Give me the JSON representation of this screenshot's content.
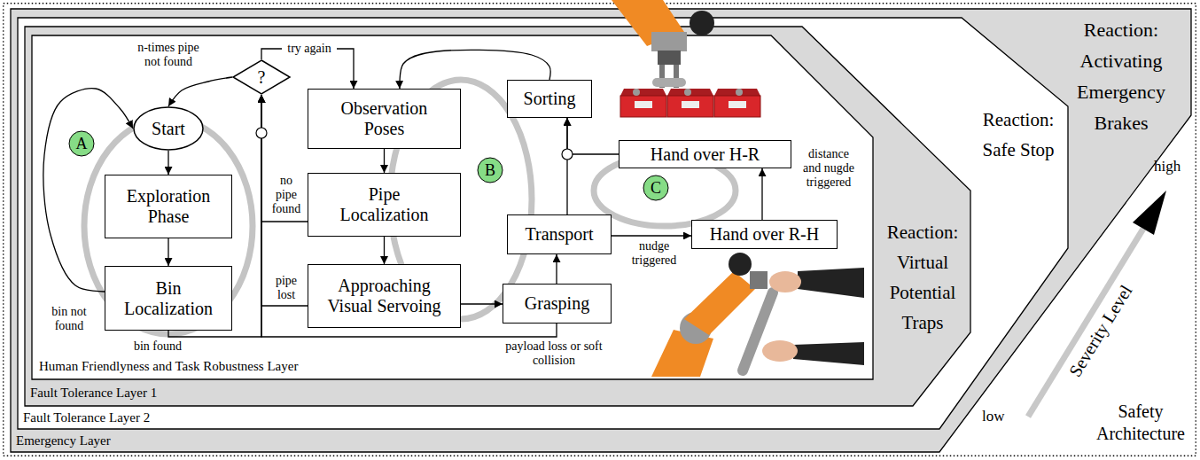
{
  "diagram": {
    "nodes": [
      {
        "text": [
          "Safety Architecture"
        ]
      },
      {
        "text": [
          "Emergency Layer",
          "Reaction: Activating Emergency Brakes"
        ],
        "in": 0
      },
      {
        "text": [
          "Fault Tolerance Layer 2",
          "Reaction: Safe Stop"
        ],
        "in": 1
      },
      {
        "text": [
          "Fault Tolerance Layer 1",
          "Reaction: Virtual Potential Traps"
        ],
        "in": 2
      },
      {
        "text": [
          "Human Friendlyness and Task Robustness Layer"
        ],
        "in": 3
      },
      {
        "text": [
          "Start"
        ],
        "in": 4
      },
      {
        "text": [
          "Exploration Phase"
        ],
        "in": 4
      },
      {
        "text": [
          "Bin Localization"
        ],
        "in": 4
      },
      {
        "text": [
          "?"
        ],
        "in": 4
      },
      {
        "text": [
          "Observation Poses"
        ],
        "in": 4
      },
      {
        "text": [
          "Pipe Localization"
        ],
        "in": 4
      },
      {
        "text": [
          "Approaching Visual Servoing"
        ],
        "in": 4
      },
      {
        "text": [
          "Grasping"
        ],
        "in": 4
      },
      {
        "text": [
          "Transport"
        ],
        "in": 4
      },
      {
        "text": [
          "Sorting"
        ],
        "in": 4
      },
      {
        "text": [
          "Hand over H-R"
        ],
        "in": 4
      },
      {
        "text": [
          "Hand over R-H"
        ],
        "in": 4
      },
      {
        "text": [
          "A"
        ],
        "in": 4
      },
      {
        "text": [
          "B"
        ],
        "in": 4
      },
      {
        "text": [
          "C"
        ],
        "in": 4
      }
    ],
    "edges": [
      {
        "from": 5,
        "to": 6,
        "arrow": "to"
      },
      {
        "from": 6,
        "to": 7,
        "arrow": "to"
      },
      {
        "from": 7,
        "to": 5,
        "label": "bin not found",
        "arrow": "to"
      },
      {
        "from": 7,
        "to": 8,
        "label": "bin found",
        "arrow": "to"
      },
      {
        "from": 8,
        "to": 5,
        "label": "n-times pipe not found",
        "arrow": "to"
      },
      {
        "from": 8,
        "to": 9,
        "label": "try again",
        "arrow": "to"
      },
      {
        "from": 9,
        "to": 10,
        "arrow": "to"
      },
      {
        "from": 10,
        "to": 8,
        "label": "no pipe found",
        "arrow": "to"
      },
      {
        "from": 10,
        "to": 11,
        "arrow": "to"
      },
      {
        "from": 11,
        "to": 8,
        "label": "pipe lost",
        "arrow": "to"
      },
      {
        "from": 11,
        "to": 12,
        "arrow": "to"
      },
      {
        "from": 12,
        "to": 8,
        "label": "payload loss or soft collision",
        "arrow": "to"
      },
      {
        "from": 12,
        "to": 13,
        "arrow": "to"
      },
      {
        "from": 13,
        "to": 14,
        "arrow": "to"
      },
      {
        "from": 13,
        "to": 16,
        "label": "nudge triggered",
        "arrow": "to"
      },
      {
        "from": 16,
        "to": 15,
        "label": "distance and nugde triggered",
        "arrow": "to"
      },
      {
        "from": 15,
        "to": 14,
        "arrow": "to"
      },
      {
        "from": 14,
        "to": 9,
        "arrow": "to"
      }
    ],
    "labels": [
      "Severity Level",
      "low",
      "high"
    ]
  }
}
